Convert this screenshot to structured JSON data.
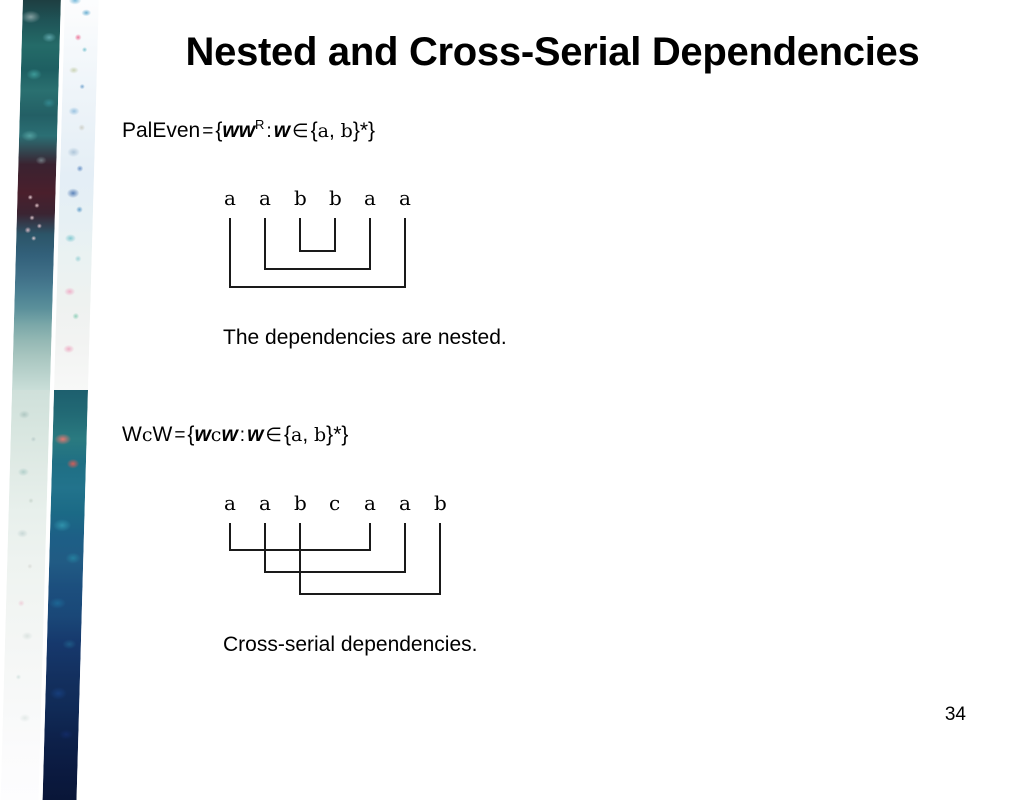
{
  "slide": {
    "title": "Nested and Cross-Serial Dependencies",
    "page_number": "34",
    "background_color": "#ffffff",
    "text_color": "#000000",
    "line_color": "#1a1a1a"
  },
  "decor": {
    "strip_left_name": "dark-mottled-border-strip",
    "strip_right_name": "floral-border-strip"
  },
  "section1": {
    "formula": {
      "name": "PalEven",
      "eq": "=",
      "open_brace": "{",
      "w1": "w",
      "w2": "w",
      "superscript": "R",
      "colon": ":",
      "w3": "w",
      "member": "∈",
      "set_open": "{",
      "sym_a": "a",
      "comma": ",",
      "sym_b": "b",
      "set_close": "}",
      "star": "*",
      "close_brace": "}",
      "full_text": "PalEven = {wwR : w ∈ {a, b}*}"
    },
    "symbols": [
      "a",
      "a",
      "b",
      "b",
      "a",
      "a"
    ],
    "links": [
      {
        "from": 0,
        "to": 5,
        "depth": 3
      },
      {
        "from": 1,
        "to": 4,
        "depth": 2
      },
      {
        "from": 2,
        "to": 3,
        "depth": 1
      }
    ],
    "caption": "The dependencies are nested."
  },
  "section2": {
    "formula": {
      "name_w1": "W",
      "name_c": "c",
      "name_w2": "W",
      "eq": "=",
      "open_brace": "{",
      "w1": "w",
      "c": "c",
      "w2": "w",
      "colon": ":",
      "w3": "w",
      "member": "∈",
      "set_open": "{",
      "sym_a": "a",
      "comma": ",",
      "sym_b": "b",
      "set_close": "}",
      "star": "*",
      "close_brace": "}",
      "full_text": "WcW = {wcw : w ∈ {a, b}*}"
    },
    "symbols": [
      "a",
      "a",
      "b",
      "c",
      "a",
      "a",
      "b"
    ],
    "links": [
      {
        "from": 0,
        "to": 4,
        "depth": 1
      },
      {
        "from": 1,
        "to": 5,
        "depth": 2
      },
      {
        "from": 2,
        "to": 6,
        "depth": 3
      }
    ],
    "caption": "Cross-serial dependencies."
  }
}
